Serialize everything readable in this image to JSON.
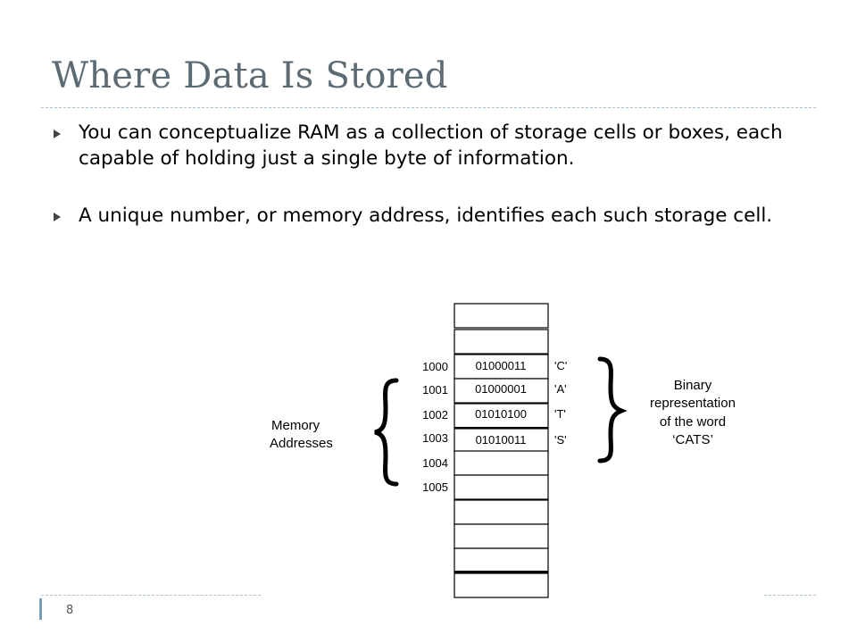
{
  "title": "Where Data Is Stored",
  "bullets": [
    "You can conceptualize RAM as a collection of storage cells or boxes, each capable of holding just a single byte of information.",
    "A unique number, or memory address, identifies each such storage cell."
  ],
  "diagram": {
    "left_label": [
      "Memory",
      "Addresses"
    ],
    "right_label": [
      "Binary",
      "representation",
      "of the word",
      "‘CATS’"
    ],
    "addresses": [
      "1000",
      "1001",
      "1002",
      "1003",
      "1004",
      "1005"
    ],
    "bytes": [
      "01000011",
      "01000001",
      "01010100",
      "01010011"
    ],
    "chars": [
      "'C'",
      "'A'",
      "'T'",
      "'S'"
    ]
  },
  "slide_number": "8",
  "colors": {
    "title": "#5b6a73",
    "rule": "#a9c2cf",
    "accent": "#7a9fb3"
  }
}
